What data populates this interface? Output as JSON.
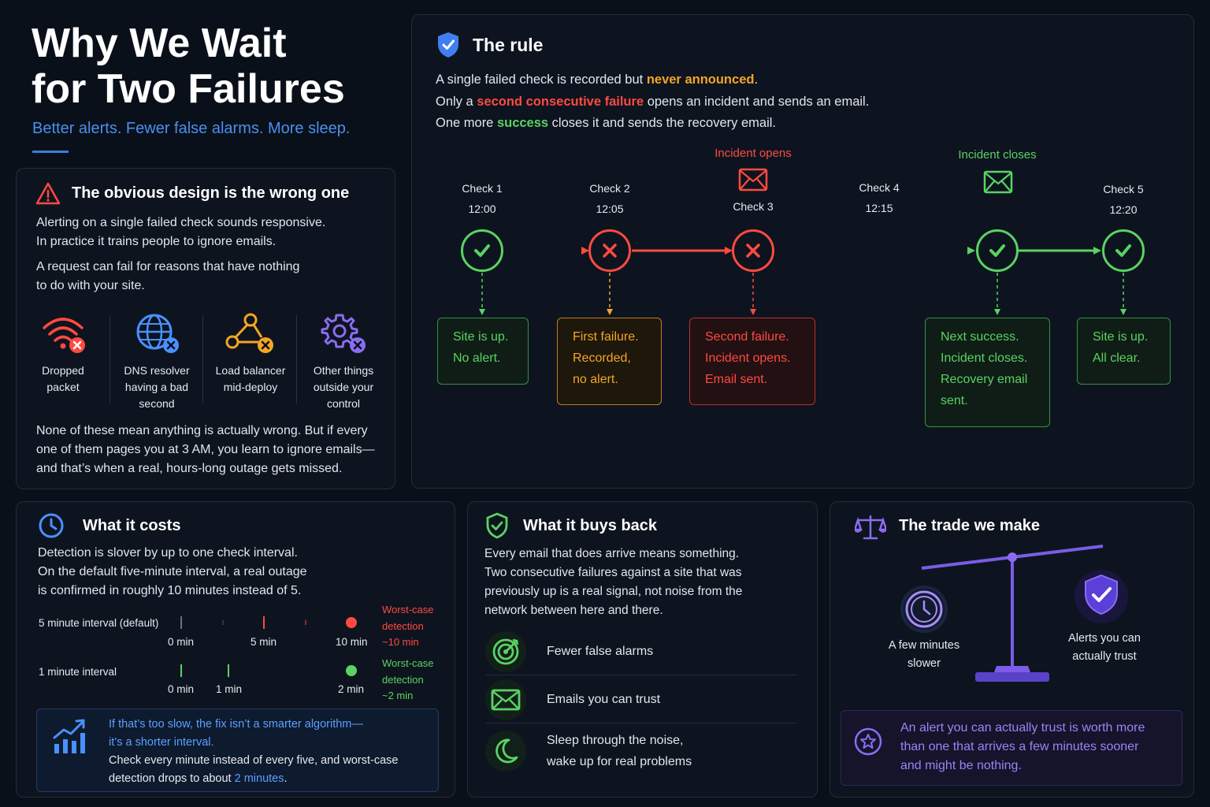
{
  "header": {
    "title_line1": "Why We Wait",
    "title_line2": "for Two Failures",
    "subtitle": "Better alerts. Fewer false alarms. More sleep."
  },
  "obvious": {
    "title": "The obvious design is the wrong one",
    "p1a": "Alerting on a single failed check sounds responsive.",
    "p1b": "In practice it trains people to ignore emails.",
    "p2a": "A request can fail for reasons that have nothing",
    "p2b": "to do with your site.",
    "reasons": [
      {
        "l1": "Dropped",
        "l2": "packet",
        "l3": ""
      },
      {
        "l1": "DNS resolver",
        "l2": "having a bad",
        "l3": "second"
      },
      {
        "l1": "Load balancer",
        "l2": "mid-deploy",
        "l3": ""
      },
      {
        "l1": "Other things",
        "l2": "outside your",
        "l3": "control"
      }
    ],
    "p3a": "None of these mean anything is actually wrong. But if every",
    "p3b": "one of them pages you at 3 AM, you learn to ignore emails—",
    "p3c": "and that’s when a real, hours-long outage gets missed."
  },
  "rule": {
    "title": "The rule",
    "l1a": "A single failed check is recorded but ",
    "l1b": "never announced",
    "l1c": ".",
    "l2a": "Only a ",
    "l2b": "second consecutive failure",
    "l2c": " opens an incident and sends an email.",
    "l3a": "One more ",
    "l3b": "success",
    "l3c": " closes it and sends the recovery email.",
    "incident_opens": "Incident opens",
    "incident_closes": "Incident closes",
    "checks": [
      {
        "name": "Check 1",
        "time": "12:00"
      },
      {
        "name": "Check 2",
        "time": "12:05"
      },
      {
        "name": "Check 3",
        "time": ""
      },
      {
        "name": "Check 4",
        "time": "12:15"
      },
      {
        "name": "Check 5",
        "time": "12:20"
      }
    ],
    "boxes": [
      {
        "l1": "Site is up.",
        "l2": "No alert.",
        "l3": "",
        "l4": ""
      },
      {
        "l1": "First failure.",
        "l2": "Recorded,",
        "l3": "no alert.",
        "l4": ""
      },
      {
        "l1": "Second failure.",
        "l2": "Incident opens.",
        "l3": "Email sent.",
        "l4": ""
      },
      {
        "l1": "Next success.",
        "l2": "Incident closes.",
        "l3": "Recovery email",
        "l4": "sent."
      },
      {
        "l1": "Site is up.",
        "l2": "All clear.",
        "l3": "",
        "l4": ""
      }
    ]
  },
  "costs": {
    "title": "What it costs",
    "p1": "Detection is slover by up to one check interval.",
    "p2": "On the default five-minute interval, a real outage",
    "p3": "is confirmed in roughly 10 minutes instead of 5.",
    "row1_label": "5 minute interval (default)",
    "row1_ticks": [
      "0 min",
      "5 min",
      "10 min"
    ],
    "row1_note": [
      "Worst-case",
      "detection",
      "~10 min"
    ],
    "row2_label": "1 minute interval",
    "row2_ticks": [
      "0 min",
      "1 min",
      "2 min"
    ],
    "row2_note": [
      "Worst-case",
      "detection",
      "~2 min"
    ],
    "tip1": "If that’s too slow, the fix isn’t a smarter algorithm—",
    "tip2": "it’s a shorter interval.",
    "tip3": "Check every minute instead of every five, and worst-case",
    "tip4a": "detection drops to about ",
    "tip4b": "2 minutes",
    "tip4c": "."
  },
  "buys": {
    "title": "What it buys back",
    "p1": "Every email that does arrive means something.",
    "p2": "Two consecutive failures against a site that was",
    "p3": "previously up is a real signal, not noise from the",
    "p4": "network between here and there.",
    "items": [
      {
        "l1": "Fewer false alarms",
        "l2": ""
      },
      {
        "l1": "Emails you can trust",
        "l2": ""
      },
      {
        "l1": "Sleep through the noise,",
        "l2": "wake up for real problems"
      }
    ]
  },
  "trade": {
    "title": "The trade we make",
    "left1": "A few minutes",
    "left2": "slower",
    "right1": "Alerts you can",
    "right2": "actually trust",
    "quote1": "An alert you can actually trust is worth more",
    "quote2": "than one that arrives a few minutes sooner",
    "quote3": "and might be nothing."
  },
  "colors": {
    "green": "#5bd263",
    "red": "#ff4a40",
    "orange": "#f5a524",
    "blue": "#4a90ff",
    "purple": "#8b6cf0"
  }
}
